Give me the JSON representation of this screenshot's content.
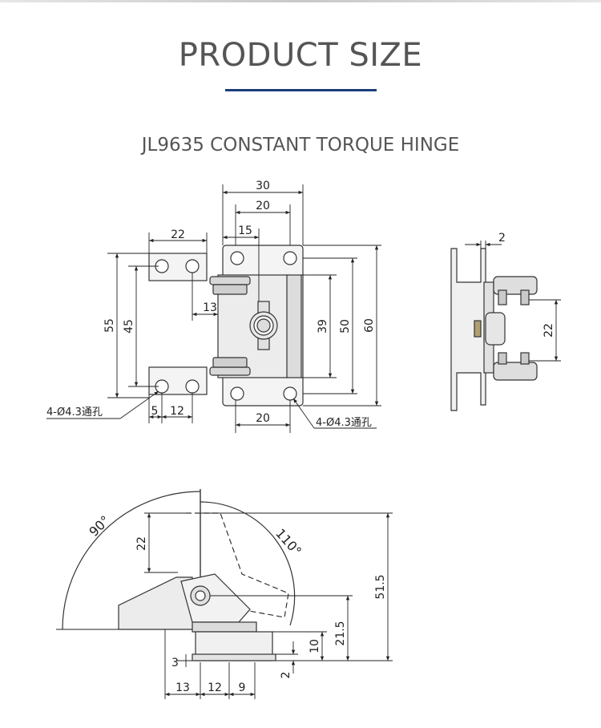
{
  "header": {
    "title": "PRODUCT SIZE",
    "subtitle": "JL9635 CONSTANT TORQUE HINGE"
  },
  "front_view": {
    "dim_30": "30",
    "dim_20_top": "20",
    "dim_15": "15",
    "dim_22_left": "22",
    "dim_55": "55",
    "dim_45": "45",
    "dim_13": "13",
    "dim_39": "39",
    "dim_50": "50",
    "dim_60": "60",
    "dim_5": "5",
    "dim_12": "12",
    "dim_20_bottom": "20",
    "hole_note_left": "4-Ø4.3通孔",
    "hole_note_right": "4-Ø4.3通孔"
  },
  "side_view": {
    "dim_2": "2",
    "dim_22": "22"
  },
  "rotation_view": {
    "angle_90": "90°",
    "angle_110": "110°",
    "dim_22": "22",
    "dim_51_5": "51.5",
    "dim_21_5": "21.5",
    "dim_10": "10",
    "dim_3": "3",
    "dim_2": "2",
    "dim_13": "13",
    "dim_12": "12",
    "dim_9": "9"
  }
}
